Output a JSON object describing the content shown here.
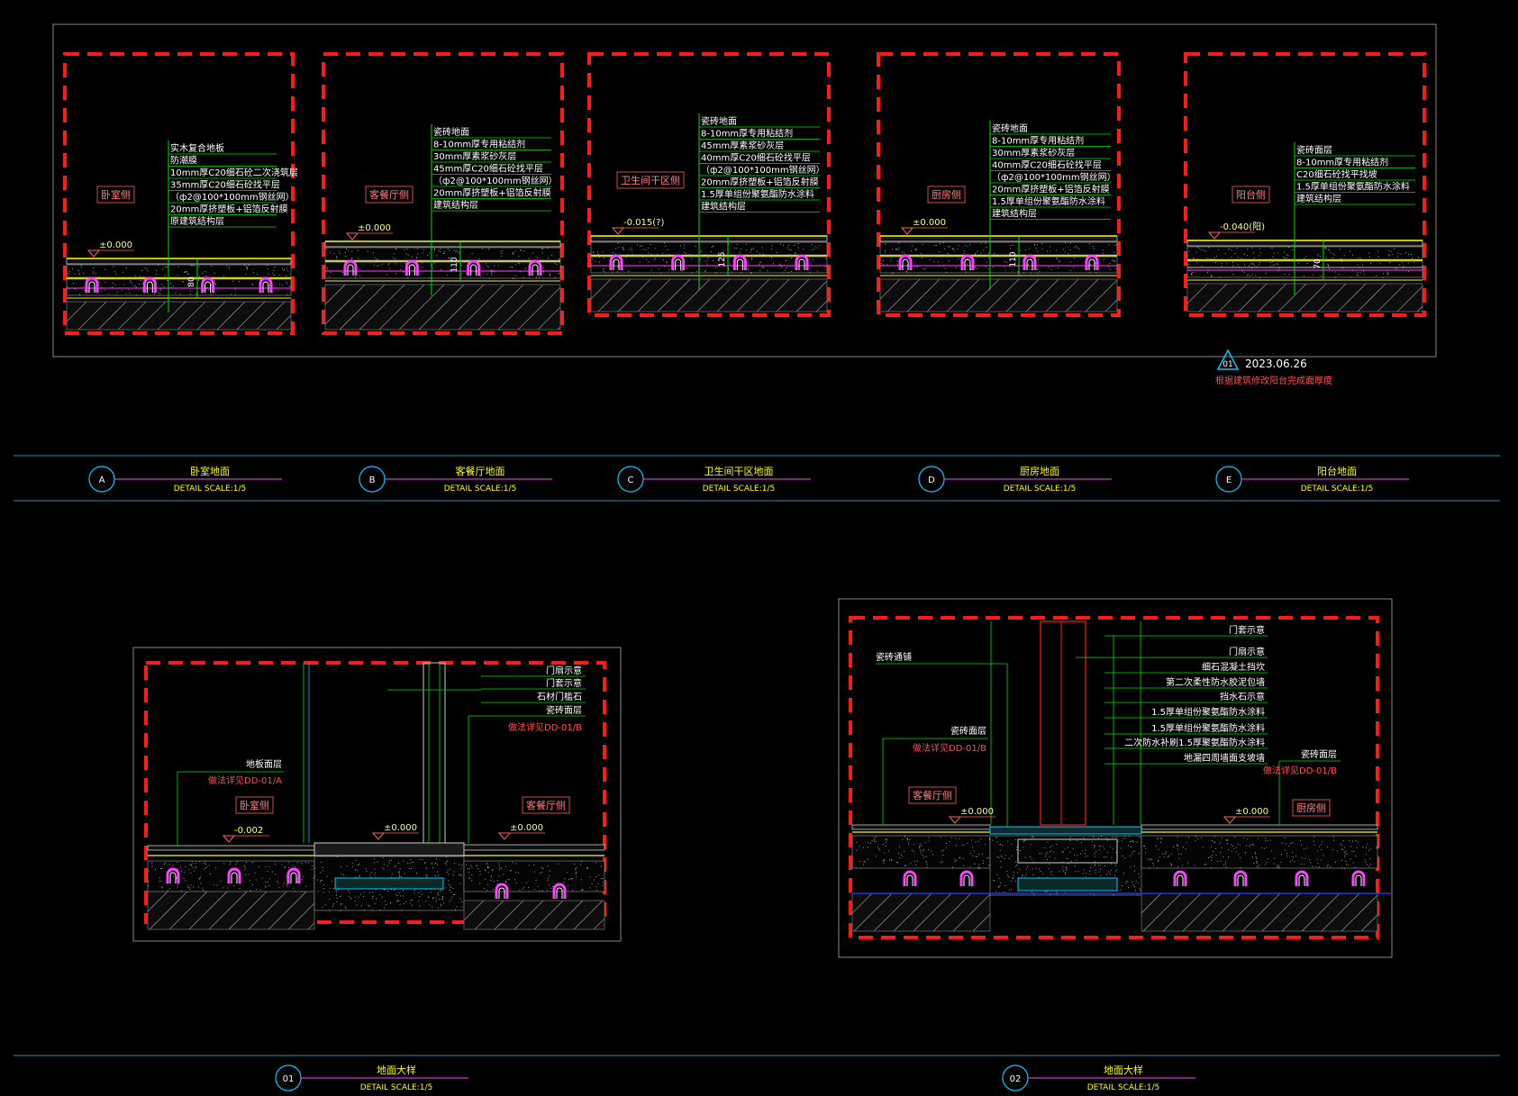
{
  "colors": {
    "background": "#000000",
    "frame": "#ff1a1a",
    "leader": "#00e000",
    "note": "#ff5050",
    "label_text": "#ffffff",
    "title_text": "#ffff00",
    "circle": "#00c8ff",
    "pipe": "#ff40ff",
    "level_line": "#ffff00",
    "border": "#888888",
    "sep": "#2a8fa8"
  },
  "sections": [
    {
      "id": "A",
      "room": "卧室侧",
      "elev": "±0.000",
      "dim": "80",
      "layers": [
        "实木复合地板",
        "防潮膜",
        "10mm厚C20细石砼二次浇筑层",
        "35mm厚C20细石砼找平层",
        "（ф2@100*100mm钢丝网）",
        "20mm厚挤塑板+铝箔反射膜",
        "原建筑结构层"
      ]
    },
    {
      "id": "B",
      "room": "客餐厅侧",
      "elev": "±0.000",
      "dim": "110",
      "layers": [
        "瓷砖地面",
        "8-10mm厚专用粘结剂",
        "30mm厚素浆砂灰层",
        "45mm厚C20细石砼找平层",
        "（ф2@100*100mm钢丝网）",
        "20mm厚挤塑板+铝箔反射膜",
        "建筑结构层"
      ]
    },
    {
      "id": "C",
      "room": "卫生间干区侧",
      "elev": "-0.015(?)",
      "dim": "125",
      "layers": [
        "瓷砖地面",
        "8-10mm厚专用粘结剂",
        "45mm厚素浆砂灰层",
        "40mm厚C20细石砼找平层",
        "（ф2@100*100mm钢丝网）",
        "20mm厚挤塑板+铝箔反射膜",
        "1.5厚单组份聚氨酯防水涂料",
        "建筑结构层"
      ]
    },
    {
      "id": "D",
      "room": "厨房侧",
      "elev": "±0.000",
      "dim": "110",
      "layers": [
        "瓷砖地面",
        "8-10mm厚专用粘结剂",
        "30mm厚素浆砂灰层",
        "40mm厚C20细石砼找平层",
        "（ф2@100*100mm钢丝网）",
        "20mm厚挤塑板+铝箔反射膜",
        "1.5厚单组份聚氨酯防水涂料",
        "建筑结构层"
      ]
    },
    {
      "id": "E",
      "room": "阳台侧",
      "elev": "-0.040(阳)",
      "dim": "70",
      "layers": [
        "瓷砖面层",
        "8-10mm厚专用粘结剂",
        "C20细石砼找平找坡",
        "1.5厚单组份聚氨酯防水涂料",
        "建筑结构层"
      ]
    }
  ],
  "revision": {
    "tag": "01",
    "date": "2023.06.26",
    "note": "根据建筑修改阳台完成面厚度"
  },
  "titles_top": [
    {
      "id": "A",
      "name": "卧室地面",
      "scale": "DETAIL   SCALE:1/5"
    },
    {
      "id": "B",
      "name": "客餐厅地面",
      "scale": "DETAIL   SCALE:1/5"
    },
    {
      "id": "C",
      "name": "卫生间干区地面",
      "scale": "DETAIL   SCALE:1/5"
    },
    {
      "id": "D",
      "name": "厨房地面",
      "scale": "DETAIL   SCALE:1/5"
    },
    {
      "id": "E",
      "name": "阳台地面",
      "scale": "DETAIL   SCALE:1/5"
    }
  ],
  "detail1": {
    "labels": [
      "门扇示意",
      "门套示意",
      "石材门槛石",
      "瓷砖面层"
    ],
    "ref_right": "做法详见DD-01/B",
    "floor_label": "地板面层",
    "ref_left": "做法详见DD-01/A",
    "room_left": "卧室侧",
    "room_right": "客餐厅侧",
    "elev_left": "-0.002",
    "elev_mid": "±0.000",
    "elev_right": "±0.000"
  },
  "detail2": {
    "labels": [
      "门套示意",
      "门扇示意",
      "细石混凝土挡坎",
      "第二次柔性防水胶泥包墙",
      "挡水石示意",
      "1.5厚单组份聚氨酯防水涂料",
      "1.5厚单组份聚氨酯防水涂料",
      "二次防水补刷1.5厚聚氨酯防水涂料",
      "地漏四周墙面支坡墙"
    ],
    "tile_top": "瓷砖通铺",
    "tile_left": "瓷砖面层",
    "ref_left": "做法详见DD-01/B",
    "tile_right": "瓷砖面层",
    "ref_right": "做法详见DD-01/B",
    "room_left": "客餐厅侧",
    "room_right": "厨房侧",
    "elev_left": "±0.000",
    "elev_right": "±0.000"
  },
  "titles_bottom": [
    {
      "id": "01",
      "name": "地面大样",
      "scale": "DETAIL   SCALE:1/5"
    },
    {
      "id": "02",
      "name": "地面大样",
      "scale": "DETAIL   SCALE:1/5"
    }
  ]
}
